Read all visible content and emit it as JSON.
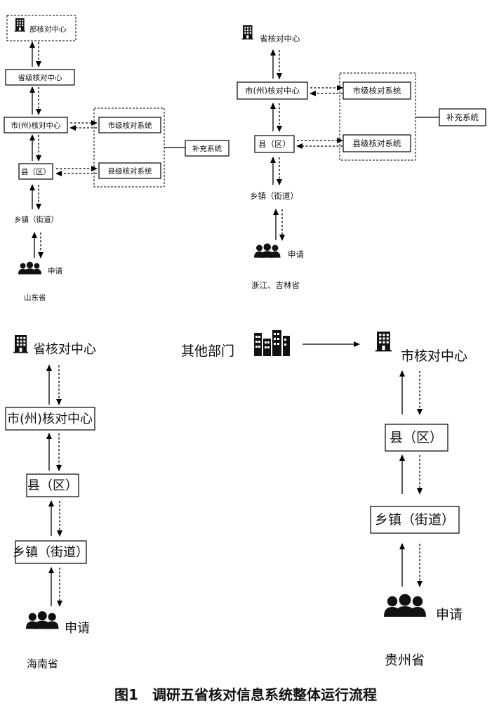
{
  "shandong": {
    "ministry_center": "部核对中心",
    "province_center": "省级核对中心",
    "city_center": "市(州)核对中心",
    "city_system": "市级核对系统",
    "county": "县（区）",
    "county_system": "县级核对系统",
    "supplement": "补充系统",
    "town": "乡镇（街道）",
    "apply": "申请",
    "caption": "山东省"
  },
  "zhejiang_jilin": {
    "province_center": "省核对中心",
    "city_center": "市(州)核对中心",
    "city_system": "市级核对系统",
    "county": "县（区）",
    "county_system": "县级核对系统",
    "supplement": "补充系统",
    "town": "乡镇（街道）",
    "apply": "申请",
    "caption": "浙江、吉林省"
  },
  "hainan": {
    "province_center": "省核对中心",
    "city_center": "市(州)核对中心",
    "county": "县（区）",
    "town": "乡镇（街道）",
    "apply": "申请",
    "caption": "海南省"
  },
  "guizhou": {
    "other_departments": "其他部门",
    "city_center": "市核对中心",
    "county": "县（区）",
    "town": "乡镇（街道）",
    "apply": "申请",
    "caption": "贵州省"
  },
  "figure_caption": "图1　调研五省核对信息系统整体运行流程",
  "icons": {
    "building": "building-icon",
    "people": "people-icon",
    "buildings": "buildings-icon"
  }
}
